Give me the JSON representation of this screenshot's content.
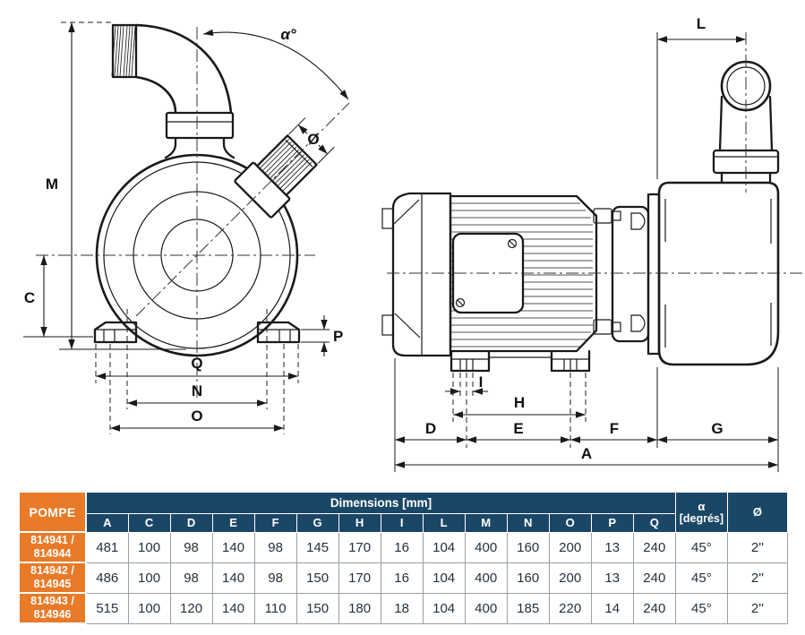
{
  "drawing": {
    "front_labels": {
      "m": "M",
      "c": "C",
      "p": "P",
      "q": "Q",
      "n": "N",
      "o": "O",
      "alpha": "α°",
      "dia": "Ø"
    },
    "side_labels": {
      "l": "L",
      "d": "D",
      "e": "E",
      "f": "F",
      "g": "G",
      "h": "H",
      "i": "I",
      "a": "A"
    }
  },
  "table": {
    "pompe_header": "POMPE",
    "dimensions_header": "Dimensions [mm]",
    "col_headers": [
      "A",
      "C",
      "D",
      "E",
      "F",
      "G",
      "H",
      "I",
      "L",
      "M",
      "N",
      "O",
      "P",
      "Q"
    ],
    "alpha_line1": "α",
    "alpha_line2": "[degrés]",
    "diameter_header": "Ø",
    "rows": [
      {
        "pompe": "814941 / 814944",
        "values": [
          "481",
          "100",
          "98",
          "140",
          "98",
          "145",
          "170",
          "16",
          "104",
          "400",
          "160",
          "200",
          "13",
          "240",
          "45°",
          "2''"
        ]
      },
      {
        "pompe": "814942 / 814945",
        "values": [
          "486",
          "100",
          "98",
          "140",
          "98",
          "150",
          "170",
          "16",
          "104",
          "400",
          "160",
          "200",
          "13",
          "240",
          "45°",
          "2''"
        ]
      },
      {
        "pompe": "814943 / 814946",
        "values": [
          "515",
          "100",
          "120",
          "140",
          "110",
          "150",
          "180",
          "18",
          "104",
          "400",
          "185",
          "220",
          "14",
          "240",
          "45°",
          "2''"
        ]
      }
    ],
    "colors": {
      "orange": "#E87A28",
      "navy": "#1B4767"
    }
  }
}
